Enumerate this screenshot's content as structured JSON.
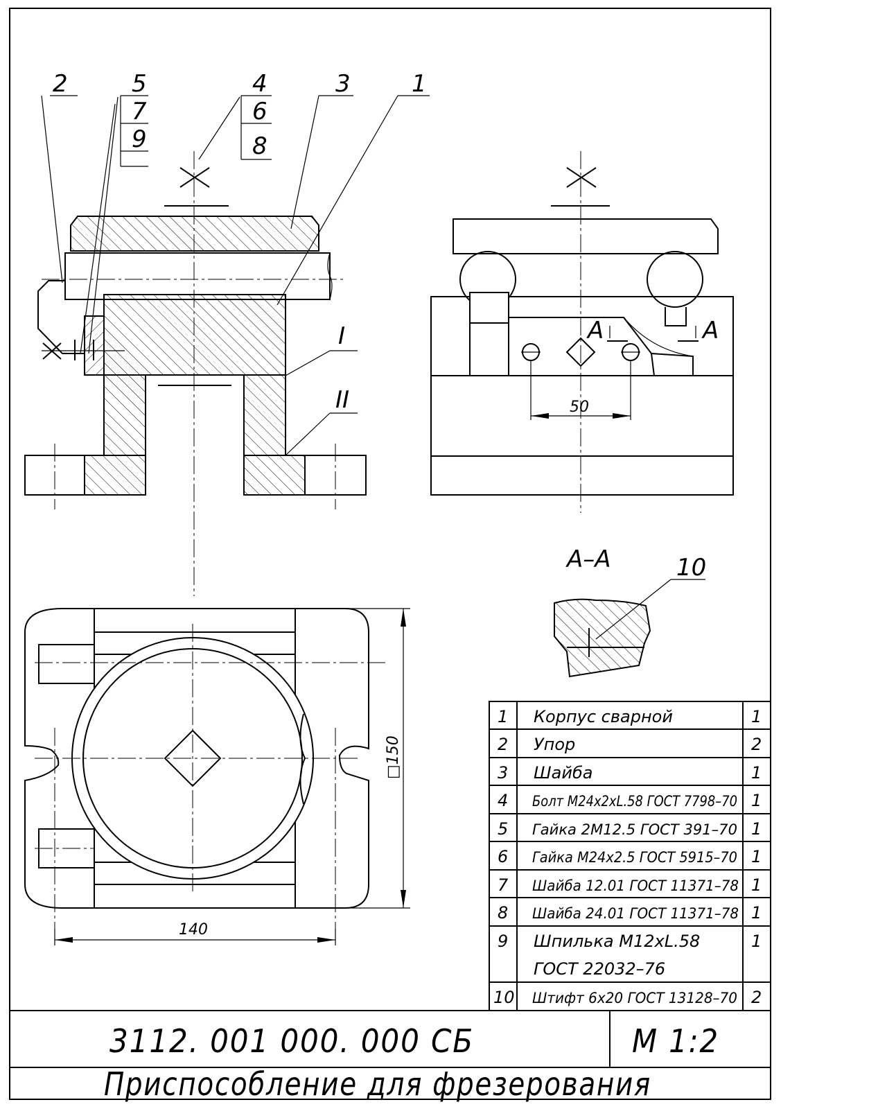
{
  "callouts": {
    "p2": "2",
    "p5": "5",
    "p7": "7",
    "p9": "9",
    "p4": "4",
    "p6": "6",
    "p8": "8",
    "p3": "3",
    "p1": "1",
    "pI": "I",
    "pII": "II",
    "p10": "10"
  },
  "dimensions": {
    "d50": "50",
    "d140": "140",
    "d150": "□150"
  },
  "section": {
    "title": "А–А",
    "mark_left": "А",
    "mark_right": "А"
  },
  "spec_rows": [
    {
      "num": "1",
      "name": "Корпус сварной",
      "qty": "1"
    },
    {
      "num": "2",
      "name": "Упор",
      "qty": "2"
    },
    {
      "num": "3",
      "name": "Шайба",
      "qty": "1"
    },
    {
      "num": "4",
      "name": "Болт M24x2xL.58 ГОСТ 7798–70",
      "qty": "1"
    },
    {
      "num": "5",
      "name": "Гайка 2M12.5 ГОСТ 391–70",
      "qty": "1"
    },
    {
      "num": "6",
      "name": "Гайка M24x2.5 ГОСТ 5915–70",
      "qty": "1"
    },
    {
      "num": "7",
      "name": "Шайба 12.01 ГОСТ 11371–78",
      "qty": "1"
    },
    {
      "num": "8",
      "name": "Шайба 24.01 ГОСТ 11371–78",
      "qty": "1"
    },
    {
      "num": "9",
      "name": "Шпилька M12xL.58",
      "qty": "1"
    },
    {
      "num": "",
      "name": "ГОСТ 22032–76",
      "qty": ""
    },
    {
      "num": "10",
      "name": "Штифт 6x20 ГОСТ 13128–70",
      "qty": "2"
    }
  ],
  "title_block": {
    "designation": "3112. 001 000. 000 СБ",
    "scale": "М 1:2",
    "title": "Приспособление для фрезерования"
  }
}
